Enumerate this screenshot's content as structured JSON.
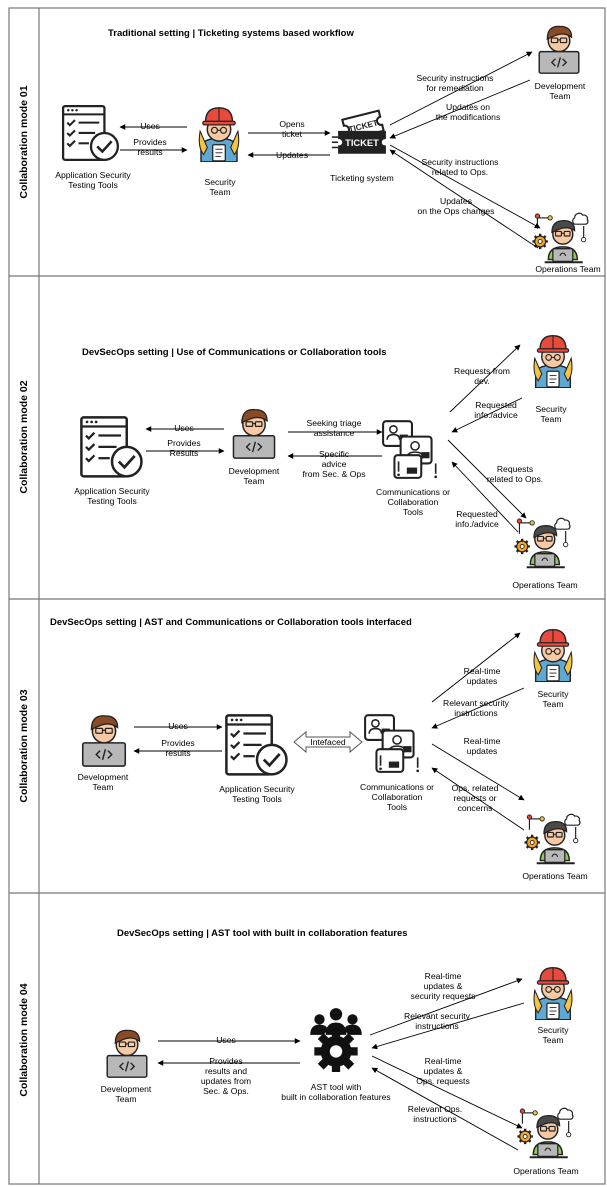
{
  "modes": [
    {
      "side_label": "Collaboration mode 01",
      "title": "Traditional setting | Ticketing systems based workflow",
      "actors": {
        "ast": [
          "Application Security",
          "Testing Tools"
        ],
        "security": [
          "Security",
          "Team"
        ],
        "ticketing": [
          "Ticketing system"
        ],
        "dev": [
          "Development",
          "Team"
        ],
        "ops": [
          "Operations Team"
        ]
      },
      "arrows": {
        "uses": [
          "Uses"
        ],
        "provides": [
          "Provides",
          "results"
        ],
        "opens": [
          "Opens",
          "ticket"
        ],
        "updates": [
          "Updates"
        ],
        "sec_instr_remed": [
          "Security instructions",
          "for remediation"
        ],
        "updates_mod": [
          "Updates on",
          "the modifications"
        ],
        "sec_instr_ops": [
          "Security instructions",
          "related to Ops."
        ],
        "updates_ops": [
          "Updates",
          "on the Ops changes"
        ]
      }
    },
    {
      "side_label": "Collaboration mode 02",
      "title": "DevSecOps setting | Use of Communications or Collaboration tools",
      "actors": {
        "ast": [
          "Application Security",
          "Testing Tools"
        ],
        "dev": [
          "Development",
          "Team"
        ],
        "comm": [
          "Communications or",
          "Collaboration",
          "Tools"
        ],
        "security": [
          "Security",
          "Team"
        ],
        "ops": [
          "Operations Team"
        ]
      },
      "arrows": {
        "uses": [
          "Uses"
        ],
        "provides": [
          "Provides",
          "Results"
        ],
        "seeking": [
          "Seeking triage",
          "assistance"
        ],
        "specific": [
          "Specific",
          "advice",
          "from Sec. & Ops"
        ],
        "requests_dev": [
          "Requests from",
          "dev."
        ],
        "requested_1": [
          "Requested",
          "info./advice"
        ],
        "requests_ops": [
          "Requests",
          "related to Ops."
        ],
        "requested_2": [
          "Requested",
          "info./advice"
        ]
      }
    },
    {
      "side_label": "Collaboration mode 03",
      "title": "DevSecOps setting | AST and Communications or Collaboration tools interfaced",
      "actors": {
        "dev": [
          "Development",
          "Team"
        ],
        "ast": [
          "Application Security",
          "Testing Tools"
        ],
        "comm": [
          "Communications or",
          "Collaboration",
          "Tools"
        ],
        "security": [
          "Security",
          "Team"
        ],
        "ops": [
          "Operations Team"
        ]
      },
      "arrows": {
        "uses": [
          "Uses"
        ],
        "provides": [
          "Provides",
          "results"
        ],
        "interfaced": [
          "Intefaced"
        ],
        "rt_1": [
          "Real-time",
          "updates"
        ],
        "rel_sec": [
          "Relevant security",
          "instructions"
        ],
        "rt_2": [
          "Real-time",
          "updates"
        ],
        "ops_rel": [
          "Ops. related",
          "requests or",
          "concerns"
        ]
      }
    },
    {
      "side_label": "Collaboration mode 04",
      "title": "DevSecOps setting |  AST tool with built in collaboration features",
      "actors": {
        "dev": [
          "Development",
          "Team"
        ],
        "tool": [
          "AST tool with",
          "built in collaboration features"
        ],
        "security": [
          "Security",
          "Team"
        ],
        "ops": [
          "Operations Team"
        ]
      },
      "arrows": {
        "uses": [
          "Uses"
        ],
        "provides": [
          "Provides",
          "results and",
          "updates from",
          "Sec. & Ops."
        ],
        "rt_sec": [
          "Real-time",
          "updates &",
          "security requests"
        ],
        "rel_sec": [
          "Relevant security",
          "instructions"
        ],
        "rt_ops": [
          "Real-time",
          "updates &",
          "Ops. requests"
        ],
        "rel_ops": [
          "Relevant Ops.",
          "instructions"
        ]
      }
    }
  ],
  "icons": {
    "checklist": "ast-checklist-icon",
    "security": "security-engineer-icon",
    "developer": "developer-laptop-icon",
    "ops": "operations-engineer-icon",
    "ticket": "ticket-icon",
    "comm": "chat-profiles-icon",
    "collab": "team-gear-icon"
  },
  "colors": {
    "hardhat": "#e8493b",
    "skin": "#f6c9a4",
    "hair_dev": "#8a4b24",
    "hair_ops": "#4a4a4a",
    "shirt_sec": "#5fa8d3",
    "shirt_ops": "#8ecb57",
    "laptop": "#b8b8b8",
    "ink": "#222222"
  }
}
